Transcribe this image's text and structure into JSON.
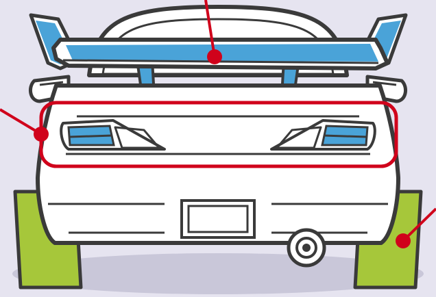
{
  "colors": {
    "background": "#e6e4f0",
    "shadow": "#c9c7d9",
    "car_body": "#ffffff",
    "outline": "#3a3a3a",
    "wing_blue": "#4aa3d8",
    "mudflap_green": "#a6c73a",
    "callout_red": "#d0021b"
  },
  "parts": [
    {
      "name": "rear-spoiler",
      "highlight": "blue"
    },
    {
      "name": "tail-lights",
      "highlight": "red-outline"
    },
    {
      "name": "mud-flaps",
      "highlight": "green"
    }
  ],
  "callouts": 3
}
